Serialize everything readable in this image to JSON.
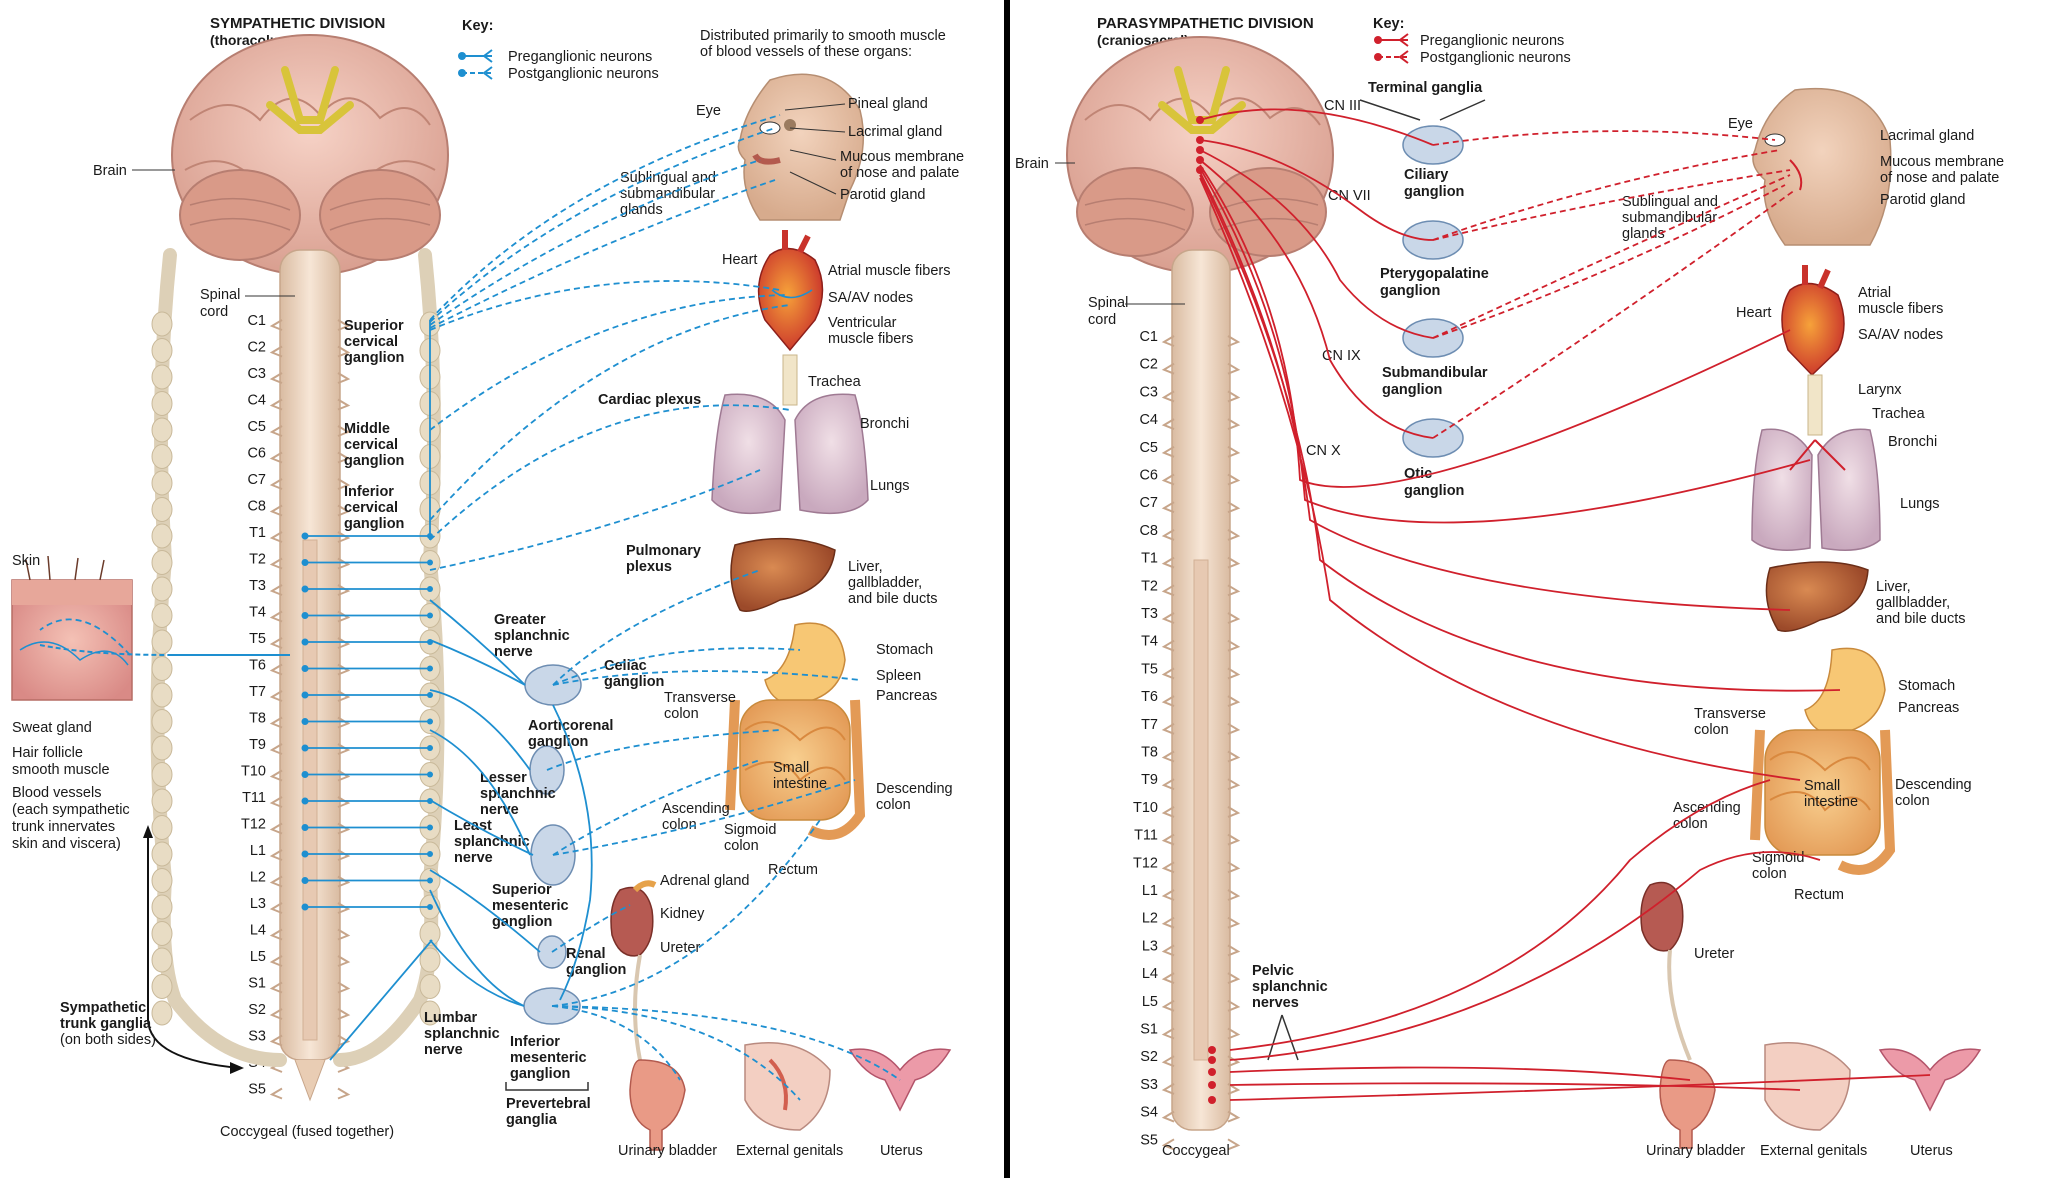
{
  "colors": {
    "sympathetic": "#1e8fd0",
    "parasympathetic": "#d0202c",
    "divider": "#000000",
    "cord": "#efd7c2",
    "brain": "#e8b9ac",
    "ganglion": "#c9d7e8"
  },
  "segments": [
    "C1",
    "C2",
    "C3",
    "C4",
    "C5",
    "C6",
    "C7",
    "C8",
    "T1",
    "T2",
    "T3",
    "T4",
    "T5",
    "T6",
    "T7",
    "T8",
    "T9",
    "T10",
    "T11",
    "T12",
    "L1",
    "L2",
    "L3",
    "L4",
    "L5",
    "S1",
    "S2",
    "S3",
    "S4",
    "S5"
  ],
  "sympathetic": {
    "title": "SYMPATHETIC DIVISION",
    "subtitle": "(thoracolumbar)",
    "key_title": "Key:",
    "key_pre": "Preganglionic neurons",
    "key_post": "Postganglionic neurons",
    "distributed_1": "Distributed primarily to smooth muscle",
    "distributed_2": "of blood vessels of these organs:",
    "brain": "Brain",
    "spinal_cord_1": "Spinal",
    "spinal_cord_2": "cord",
    "superior_cervical": [
      "Superior",
      "cervical",
      "ganglion"
    ],
    "middle_cervical": [
      "Middle",
      "cervical",
      "ganglion"
    ],
    "inferior_cervical": [
      "Inferior",
      "cervical",
      "ganglion"
    ],
    "skin": "Skin",
    "sweat_gland": "Sweat gland",
    "hair_follicle": [
      "Hair follicle",
      "smooth muscle"
    ],
    "blood_vessels": [
      "Blood vessels",
      "(each sympathetic",
      "trunk innervates",
      "skin and viscera)"
    ],
    "trunk_ganglia": [
      "Sympathetic",
      "trunk ganglia",
      "(on both sides)"
    ],
    "coccygeal": "Coccygeal (fused together)",
    "eye": "Eye",
    "pineal": "Pineal gland",
    "lacrimal": "Lacrimal gland",
    "mucous": [
      "Mucous membrane",
      "of nose and palate"
    ],
    "parotid": "Parotid gland",
    "sublingual": [
      "Sublingual and",
      "submandibular",
      "glands"
    ],
    "heart": "Heart",
    "atrial": "Atrial muscle fibers",
    "saav": "SA/AV nodes",
    "ventricular": [
      "Ventricular",
      "muscle fibers"
    ],
    "cardiac_plexus": "Cardiac plexus",
    "trachea": "Trachea",
    "bronchi": "Bronchi",
    "lungs": "Lungs",
    "pulmonary_plexus": [
      "Pulmonary",
      "plexus"
    ],
    "liver": [
      "Liver,",
      "gallbladder,",
      "and bile ducts"
    ],
    "greater_splanchnic": [
      "Greater",
      "splanchnic",
      "nerve"
    ],
    "celiac": [
      "Celiac",
      "ganglion"
    ],
    "stomach": "Stomach",
    "spleen": "Spleen",
    "pancreas": "Pancreas",
    "transverse_colon": [
      "Transverse",
      "colon"
    ],
    "aorticorenal": [
      "Aorticorenal",
      "ganglion"
    ],
    "lesser_splanchnic": [
      "Lesser",
      "splanchnic",
      "nerve"
    ],
    "small_intestine": [
      "Small",
      "intestine"
    ],
    "descending_colon": [
      "Descending",
      "colon"
    ],
    "least_splanchnic": [
      "Least",
      "splanchnic",
      "nerve"
    ],
    "ascending_colon": [
      "Ascending",
      "colon"
    ],
    "sigmoid_colon": [
      "Sigmoid",
      "colon"
    ],
    "rectum": "Rectum",
    "superior_mesenteric": [
      "Superior",
      "mesenteric",
      "ganglion"
    ],
    "adrenal": "Adrenal gland",
    "kidney": "Kidney",
    "ureter": "Ureter",
    "renal": [
      "Renal",
      "ganglion"
    ],
    "lumbar_splanchnic": [
      "Lumbar",
      "splanchnic",
      "nerve"
    ],
    "inferior_mesenteric": [
      "Inferior",
      "mesenteric",
      "ganglion"
    ],
    "prevertebral": [
      "Prevertebral",
      "ganglia"
    ],
    "urinary_bladder": "Urinary bladder",
    "external_genitals": "External genitals",
    "uterus": "Uterus"
  },
  "parasympathetic": {
    "title": "PARASYMPATHETIC DIVISION",
    "subtitle": "(craniosacral)",
    "key_title": "Key:",
    "key_pre": "Preganglionic neurons",
    "key_post": "Postganglionic neurons",
    "brain": "Brain",
    "spinal_cord_1": "Spinal",
    "spinal_cord_2": "cord",
    "terminal_ganglia": "Terminal ganglia",
    "cn3": "CN III",
    "cn7": "CN VII",
    "cn9": "CN IX",
    "cnx": "CN X",
    "ciliary": [
      "Ciliary",
      "ganglion"
    ],
    "pterygopalatine": [
      "Pterygopalatine",
      "ganglion"
    ],
    "submandibular": [
      "Submandibular",
      "ganglion"
    ],
    "otic": [
      "Otic",
      "ganglion"
    ],
    "eye": "Eye",
    "lacrimal": "Lacrimal gland",
    "mucous": [
      "Mucous membrane",
      "of nose and palate"
    ],
    "parotid": "Parotid gland",
    "sublingual": [
      "Sublingual and",
      "submandibular",
      "glands"
    ],
    "heart": "Heart",
    "atrial": [
      "Atrial",
      "muscle fibers"
    ],
    "saav": "SA/AV nodes",
    "larynx": "Larynx",
    "trachea": "Trachea",
    "bronchi": "Bronchi",
    "lungs": "Lungs",
    "liver": [
      "Liver,",
      "gallbladder,",
      "and bile ducts"
    ],
    "stomach": "Stomach",
    "pancreas": "Pancreas",
    "transverse_colon": [
      "Transverse",
      "colon"
    ],
    "small_intestine": [
      "Small",
      "intestine"
    ],
    "ascending_colon": [
      "Ascending",
      "colon"
    ],
    "descending_colon": [
      "Descending",
      "colon"
    ],
    "sigmoid_colon": [
      "Sigmoid",
      "colon"
    ],
    "rectum": "Rectum",
    "ureter": "Ureter",
    "pelvic_splanchnic": [
      "Pelvic",
      "splanchnic",
      "nerves"
    ],
    "coccygeal": "Coccygeal",
    "urinary_bladder": "Urinary bladder",
    "external_genitals": "External genitals",
    "uterus": "Uterus"
  }
}
